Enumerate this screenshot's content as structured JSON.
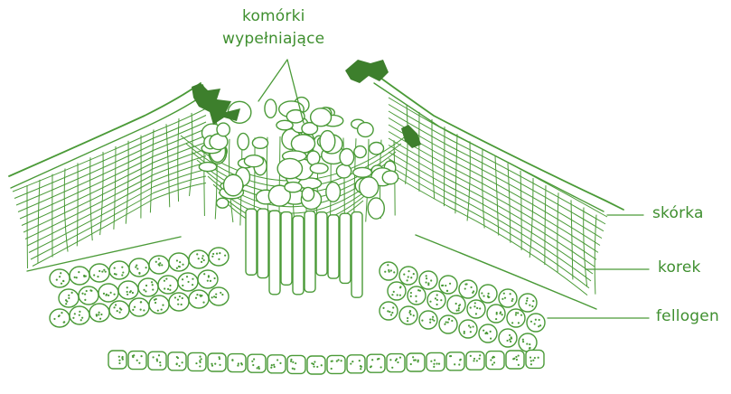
{
  "labels": {
    "top_line1": "komórki",
    "top_line2": "wypełniające",
    "skorka": "skórka",
    "korek": "korek",
    "fellogen": "fellogen"
  },
  "colors": {
    "ink": "#4a9a37",
    "label": "#3f8f2f",
    "background": "#ffffff"
  }
}
